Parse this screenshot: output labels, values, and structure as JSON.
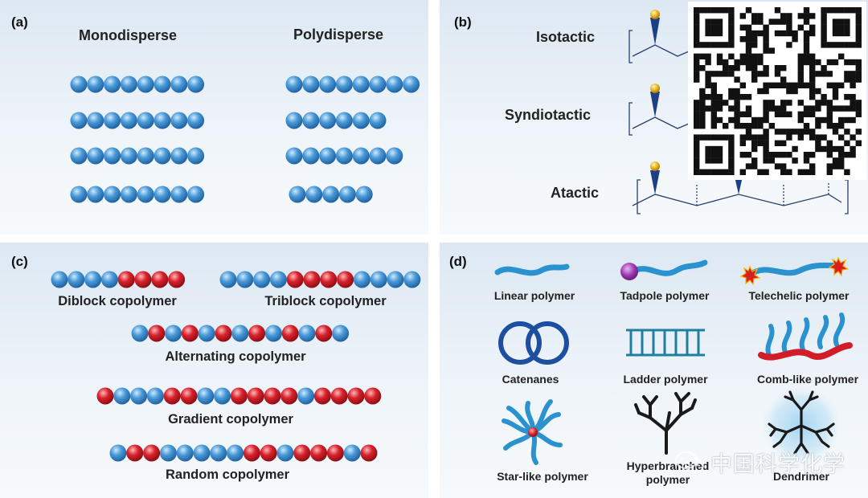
{
  "panels": {
    "a": {
      "label": "(a)",
      "monodisperse": "Monodisperse",
      "polydisperse": "Polydisperse",
      "mono_chains": [
        8,
        8,
        8,
        8
      ],
      "poly_chains": [
        8,
        6,
        7,
        5
      ]
    },
    "b": {
      "label": "(b)",
      "isotactic": "Isotactic",
      "syndiotactic": "Syndiotactic",
      "atactic": "Atactic"
    },
    "c": {
      "label": "(c)",
      "diblock": {
        "name": "Diblock copolymer",
        "sequence": "BBBBRRRR"
      },
      "triblock": {
        "name": "Triblock copolymer",
        "sequence": "BBBBRRRRBBBB"
      },
      "alternating": {
        "name": "Alternating copolymer",
        "sequence": "BRBRBRBRBRBRB"
      },
      "gradient": {
        "name": "Gradient copolymer",
        "sequence": "RBBBRRBBRRRRBRRRR"
      },
      "random": {
        "name": "Random copolymer",
        "sequence": "BRRBBBBBRRBRRRBR"
      }
    },
    "d": {
      "label": "(d)",
      "architectures": [
        "Linear polymer",
        "Tadpole polymer",
        "Telechelic polymer",
        "Catenanes",
        "Ladder polymer",
        "Comb-like polymer",
        "Star-like polymer",
        "Hyperbranched polymer",
        "Dendrimer"
      ]
    }
  },
  "watermark": "中国科学化学",
  "colors": {
    "blue_bead": "#3f8fd0",
    "red_bead": "#d0202a",
    "chain_blue": "#3aa2d8",
    "ring_blue": "#1d4fa0",
    "dark": "#1a1a1a"
  }
}
